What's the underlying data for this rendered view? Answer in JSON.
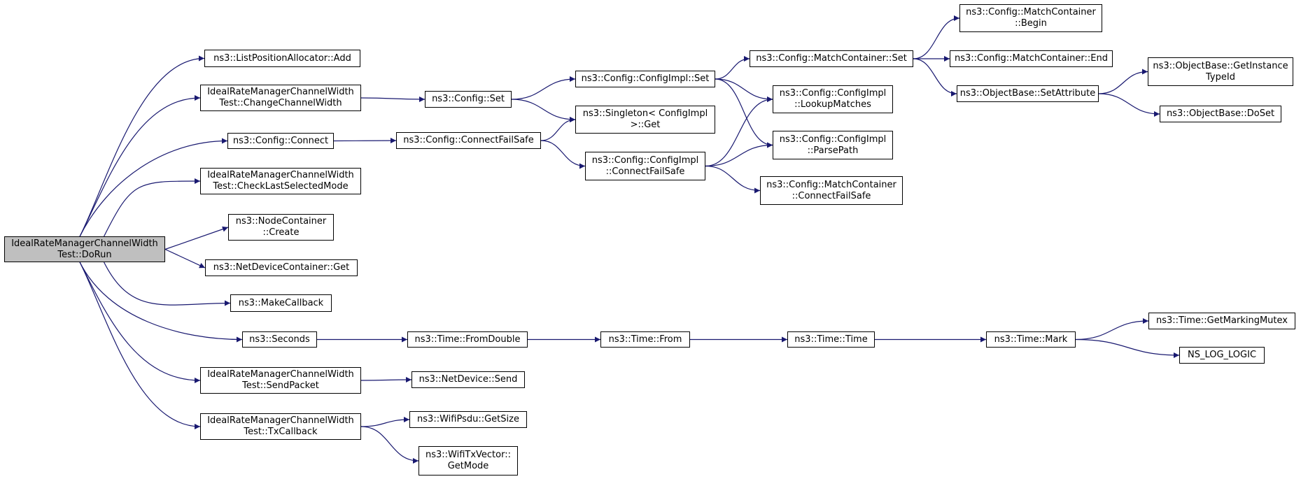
{
  "graph": {
    "colors": {
      "edge": "#191970",
      "root_fill": "#bfbfbf",
      "node_fill": "#ffffff",
      "border": "#000000"
    },
    "nodes": [
      {
        "id": "n0",
        "lines": [
          "IdealRateManagerChannelWidth",
          "Test::DoRun"
        ],
        "root": true
      },
      {
        "id": "n1",
        "lines": [
          "ns3::ListPositionAllocator::Add"
        ]
      },
      {
        "id": "n2",
        "lines": [
          "IdealRateManagerChannelWidth",
          "Test::ChangeChannelWidth"
        ]
      },
      {
        "id": "n3",
        "lines": [
          "ns3::Config::Connect"
        ]
      },
      {
        "id": "n4",
        "lines": [
          "IdealRateManagerChannelWidth",
          "Test::CheckLastSelectedMode"
        ]
      },
      {
        "id": "n5",
        "lines": [
          "ns3::NodeContainer",
          "::Create"
        ]
      },
      {
        "id": "n6",
        "lines": [
          "ns3::NetDeviceContainer::Get"
        ]
      },
      {
        "id": "n7",
        "lines": [
          "ns3::MakeCallback"
        ]
      },
      {
        "id": "n8",
        "lines": [
          "ns3::Seconds"
        ]
      },
      {
        "id": "n9",
        "lines": [
          "IdealRateManagerChannelWidth",
          "Test::SendPacket"
        ]
      },
      {
        "id": "n10",
        "lines": [
          "IdealRateManagerChannelWidth",
          "Test::TxCallback"
        ]
      },
      {
        "id": "n11",
        "lines": [
          "ns3::Config::Set"
        ]
      },
      {
        "id": "n12",
        "lines": [
          "ns3::Config::ConnectFailSafe"
        ]
      },
      {
        "id": "n13",
        "lines": [
          "ns3::Time::FromDouble"
        ]
      },
      {
        "id": "n14",
        "lines": [
          "ns3::NetDevice::Send"
        ]
      },
      {
        "id": "n15",
        "lines": [
          "ns3::WifiPsdu::GetSize"
        ]
      },
      {
        "id": "n16",
        "lines": [
          "ns3::WifiTxVector::",
          "GetMode"
        ]
      },
      {
        "id": "n17",
        "lines": [
          "ns3::Config::ConfigImpl::Set"
        ]
      },
      {
        "id": "n18",
        "lines": [
          "ns3::Singleton< ConfigImpl",
          " >::Get"
        ]
      },
      {
        "id": "n19",
        "lines": [
          "ns3::Config::ConfigImpl",
          "::ConnectFailSafe"
        ]
      },
      {
        "id": "n20",
        "lines": [
          "ns3::Time::From"
        ]
      },
      {
        "id": "n21",
        "lines": [
          "ns3::Config::MatchContainer::Set"
        ]
      },
      {
        "id": "n22",
        "lines": [
          "ns3::Config::ConfigImpl",
          "::LookupMatches"
        ]
      },
      {
        "id": "n23",
        "lines": [
          "ns3::Config::ConfigImpl",
          "::ParsePath"
        ]
      },
      {
        "id": "n24",
        "lines": [
          "ns3::Config::MatchContainer",
          "::ConnectFailSafe"
        ]
      },
      {
        "id": "n25",
        "lines": [
          "ns3::Time::Time"
        ]
      },
      {
        "id": "n26",
        "lines": [
          "ns3::Config::MatchContainer",
          "::Begin"
        ]
      },
      {
        "id": "n27",
        "lines": [
          "ns3::Config::MatchContainer::End"
        ]
      },
      {
        "id": "n28",
        "lines": [
          "ns3::ObjectBase::SetAttribute"
        ]
      },
      {
        "id": "n29",
        "lines": [
          "ns3::Time::Mark"
        ]
      },
      {
        "id": "n30",
        "lines": [
          "ns3::ObjectBase::GetInstance",
          "TypeId"
        ]
      },
      {
        "id": "n31",
        "lines": [
          "ns3::ObjectBase::DoSet"
        ]
      },
      {
        "id": "n32",
        "lines": [
          "ns3::Time::GetMarkingMutex"
        ]
      },
      {
        "id": "n33",
        "lines": [
          "NS_LOG_LOGIC"
        ]
      }
    ],
    "edges": [
      [
        "n0",
        "n1"
      ],
      [
        "n0",
        "n2"
      ],
      [
        "n0",
        "n3"
      ],
      [
        "n0",
        "n4"
      ],
      [
        "n0",
        "n5"
      ],
      [
        "n0",
        "n6"
      ],
      [
        "n0",
        "n7"
      ],
      [
        "n0",
        "n8"
      ],
      [
        "n0",
        "n9"
      ],
      [
        "n0",
        "n10"
      ],
      [
        "n2",
        "n11"
      ],
      [
        "n3",
        "n12"
      ],
      [
        "n8",
        "n13"
      ],
      [
        "n9",
        "n14"
      ],
      [
        "n10",
        "n15"
      ],
      [
        "n10",
        "n16"
      ],
      [
        "n11",
        "n17"
      ],
      [
        "n11",
        "n18"
      ],
      [
        "n12",
        "n18"
      ],
      [
        "n12",
        "n19"
      ],
      [
        "n17",
        "n21"
      ],
      [
        "n17",
        "n22"
      ],
      [
        "n17",
        "n23"
      ],
      [
        "n19",
        "n22"
      ],
      [
        "n19",
        "n23"
      ],
      [
        "n19",
        "n24"
      ],
      [
        "n21",
        "n26"
      ],
      [
        "n21",
        "n27"
      ],
      [
        "n21",
        "n28"
      ],
      [
        "n28",
        "n30"
      ],
      [
        "n28",
        "n31"
      ],
      [
        "n13",
        "n20"
      ],
      [
        "n20",
        "n25"
      ],
      [
        "n25",
        "n29"
      ],
      [
        "n29",
        "n32"
      ],
      [
        "n29",
        "n33"
      ]
    ]
  }
}
